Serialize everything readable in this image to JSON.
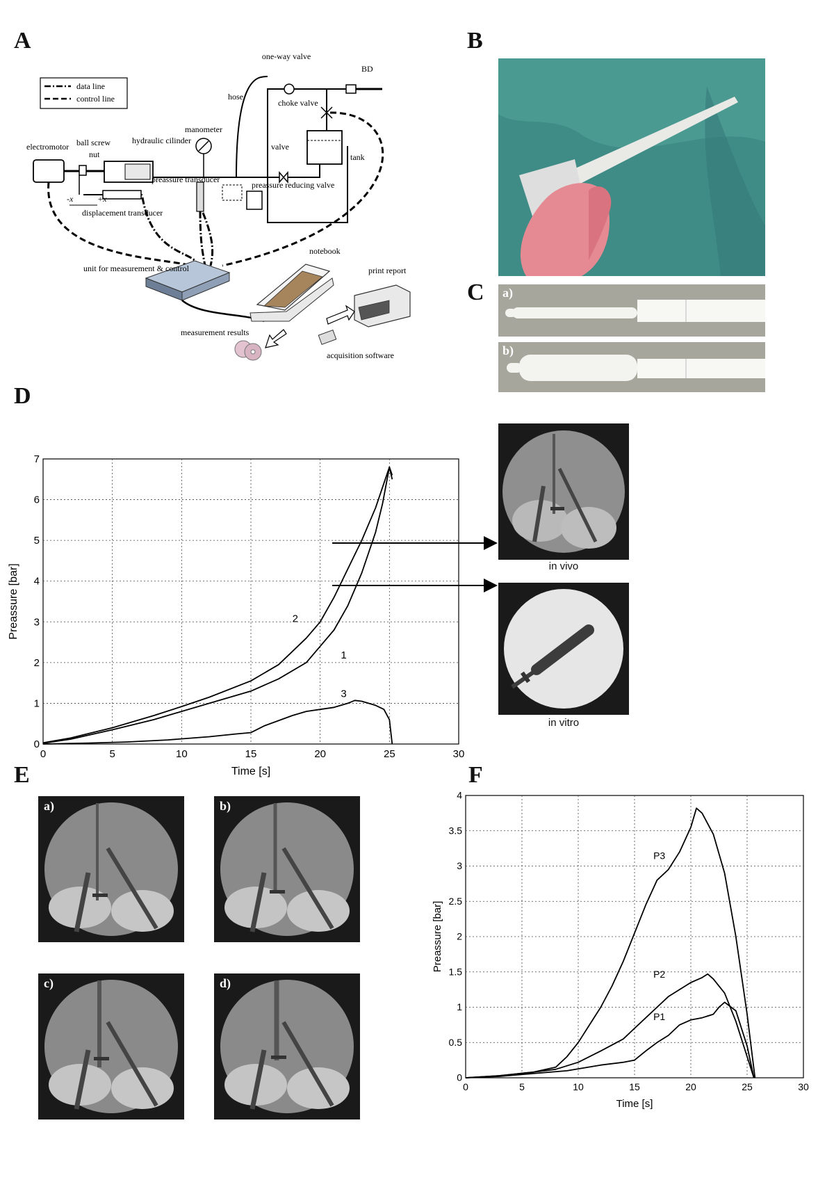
{
  "panels": {
    "A": "A",
    "B": "B",
    "C": "C",
    "D": "D",
    "E": "E",
    "F": "F"
  },
  "diagram_labels": {
    "legend_data": "data line",
    "legend_control": "control line",
    "one_way_valve": "one-way valve",
    "bd": "BD",
    "hose": "hose",
    "choke_valve": "choke valve",
    "manometer": "manometer",
    "valve": "valve",
    "tank": "tank",
    "electromotor": "electromotor",
    "ball_screw": "ball screw",
    "nut": "nut",
    "hydraulic_cylinder": "hydraulic cilinder",
    "pressure_transducer": "preassure transducer",
    "pressure_reducing_valve": "preassure reducing valve",
    "minus_x": "-x",
    "plus_x": "+x",
    "displacement_transducer": "displacement transducer",
    "notebook": "notebook",
    "print_report": "print report",
    "unit": "unit for measurement & control",
    "measurement_results": "measurement results",
    "acquisition_software": "acquisition software"
  },
  "photo_captions": {
    "c_a": "a)",
    "c_b": "b)",
    "in_vivo": "in vivo",
    "in_vitro": "in vitro",
    "e_a": "a)",
    "e_b": "b)",
    "e_c": "c)",
    "e_d": "d)"
  },
  "chart_data": [
    {
      "type": "line",
      "panel": "D",
      "xlabel": "Time [s]",
      "ylabel": "Preassure [bar]",
      "xlim": [
        0,
        30
      ],
      "ylim": [
        0,
        7
      ],
      "xticks": [
        0,
        5,
        10,
        15,
        20,
        25,
        30
      ],
      "yticks": [
        0,
        1,
        2,
        3,
        4,
        5,
        6,
        7
      ],
      "grid": true,
      "series": [
        {
          "name": "1",
          "x": [
            0,
            2,
            5,
            8,
            10,
            12,
            15,
            17,
            19,
            20,
            21,
            22,
            23,
            24,
            24.5,
            25,
            25.2
          ],
          "y": [
            0.02,
            0.12,
            0.35,
            0.6,
            0.8,
            1.0,
            1.3,
            1.6,
            2.0,
            2.4,
            2.8,
            3.4,
            4.2,
            5.2,
            5.9,
            6.8,
            6.5
          ]
        },
        {
          "name": "2",
          "x": [
            0,
            2,
            5,
            8,
            10,
            12,
            15,
            17,
            19,
            20,
            21,
            22,
            23,
            24,
            25,
            25.2
          ],
          "y": [
            0.03,
            0.15,
            0.4,
            0.7,
            0.92,
            1.15,
            1.55,
            1.95,
            2.6,
            3.0,
            3.6,
            4.3,
            5.0,
            5.8,
            6.8,
            6.6
          ]
        },
        {
          "name": "3",
          "x": [
            0,
            3,
            6,
            9,
            12,
            14,
            15,
            16,
            18,
            19,
            20,
            21,
            22,
            22.5,
            23,
            24,
            24.6,
            25,
            25.2
          ],
          "y": [
            0,
            0.02,
            0.05,
            0.1,
            0.18,
            0.25,
            0.28,
            0.45,
            0.7,
            0.8,
            0.85,
            0.9,
            1.0,
            1.07,
            1.05,
            0.95,
            0.85,
            0.6,
            0.0
          ]
        }
      ],
      "labels": [
        {
          "text": "2",
          "x": 18.2,
          "y": 3.0
        },
        {
          "text": "1",
          "x": 21.7,
          "y": 2.1
        },
        {
          "text": "3",
          "x": 21.7,
          "y": 1.15
        }
      ],
      "arrow_targets": [
        "in vivo",
        "in vitro"
      ],
      "arrow_sources": [
        {
          "x": 22,
          "y": 4.35
        },
        {
          "x": 22,
          "y": 3.45
        }
      ]
    },
    {
      "type": "line",
      "panel": "F",
      "xlabel": "Time [s]",
      "ylabel": "Preassure [bar]",
      "xlim": [
        0,
        30
      ],
      "ylim": [
        0,
        4
      ],
      "xticks": [
        0,
        5,
        10,
        15,
        20,
        25,
        30
      ],
      "yticks": [
        0,
        0.5,
        1,
        1.5,
        2,
        2.5,
        3,
        3.5,
        4
      ],
      "grid": true,
      "series": [
        {
          "name": "P1",
          "x": [
            0,
            3,
            6,
            9,
            12,
            14,
            15,
            16,
            17,
            18,
            19,
            20,
            21,
            22,
            22.5,
            23,
            24,
            25,
            25.6
          ],
          "y": [
            0,
            0.02,
            0.06,
            0.1,
            0.18,
            0.22,
            0.25,
            0.38,
            0.5,
            0.6,
            0.75,
            0.82,
            0.85,
            0.9,
            1.0,
            1.07,
            0.95,
            0.45,
            0.0
          ]
        },
        {
          "name": "P2",
          "x": [
            0,
            3,
            6,
            8,
            10,
            12,
            14,
            15,
            16,
            17,
            18,
            19,
            20,
            21,
            21.5,
            22,
            23,
            24,
            25,
            25.6
          ],
          "y": [
            0,
            0.03,
            0.08,
            0.12,
            0.22,
            0.38,
            0.55,
            0.7,
            0.85,
            1.0,
            1.15,
            1.25,
            1.35,
            1.42,
            1.47,
            1.4,
            1.2,
            0.8,
            0.3,
            0.0
          ]
        },
        {
          "name": "P3",
          "x": [
            0,
            3,
            6,
            8,
            9,
            10,
            11,
            12,
            13,
            14,
            15,
            16,
            17,
            18,
            19,
            20,
            20.5,
            21,
            22,
            23,
            24,
            25,
            25.7
          ],
          "y": [
            0,
            0.03,
            0.08,
            0.15,
            0.3,
            0.5,
            0.75,
            1.0,
            1.3,
            1.65,
            2.05,
            2.45,
            2.8,
            2.95,
            3.2,
            3.55,
            3.82,
            3.75,
            3.45,
            2.9,
            2.0,
            0.9,
            0.0
          ]
        }
      ],
      "labels": [
        {
          "text": "P3",
          "x": 17.2,
          "y": 3.1
        },
        {
          "text": "P2",
          "x": 17.2,
          "y": 1.42
        },
        {
          "text": "P1",
          "x": 17.2,
          "y": 0.82
        }
      ]
    }
  ]
}
